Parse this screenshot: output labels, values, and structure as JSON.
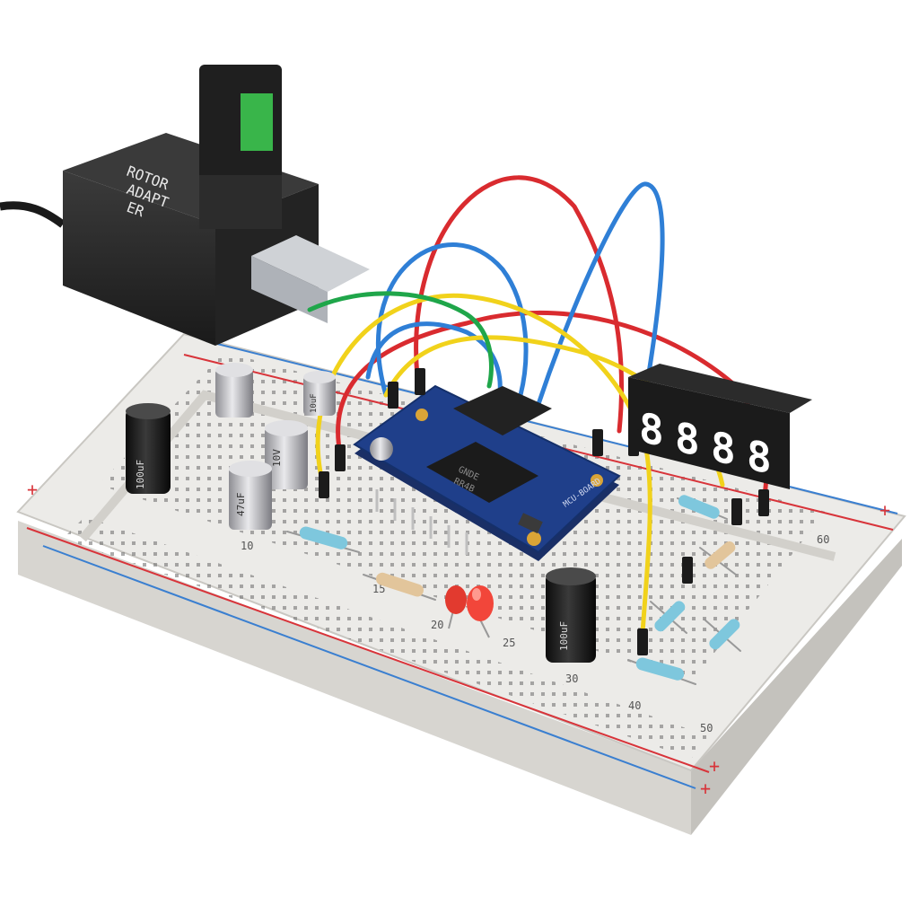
{
  "colors": {
    "board": "#ecebe8",
    "board_side": "#cfcdc8",
    "hole": "#5e5e5e",
    "rail_red": "#d8343a",
    "rail_blue": "#3a7fd0",
    "wire_red": "#d92b2f",
    "wire_blue": "#2f7fd6",
    "wire_yellow": "#f1d21b",
    "wire_green": "#1fa64a",
    "pcb": "#1f3f8a",
    "adapter": "#2a2a2a",
    "display_segment": "#ffffff"
  },
  "adapter": {
    "print_lines": [
      "ROTOR",
      "ADAPT",
      "ER"
    ]
  },
  "mcu_board": {
    "chip_lines": [
      "GNDE",
      "RR4B"
    ],
    "edge_label": "MCU-BOARD"
  },
  "display": {
    "digits": [
      "8",
      "8",
      "8",
      "8"
    ]
  },
  "capacitors": [
    {
      "label": "100uF",
      "color": "#222222"
    },
    {
      "label": "10V",
      "color": "#b9b9bd"
    },
    {
      "label": "47uF",
      "color": "#b9b9bd"
    },
    {
      "label": "10uF",
      "color": "#b9b9bd"
    },
    {
      "label": "100uF",
      "color": "#222222"
    }
  ],
  "breadboard_markings": {
    "plus": "+",
    "row_numbers": [
      "10",
      "15",
      "20",
      "25",
      "30",
      "40",
      "50",
      "60"
    ]
  }
}
